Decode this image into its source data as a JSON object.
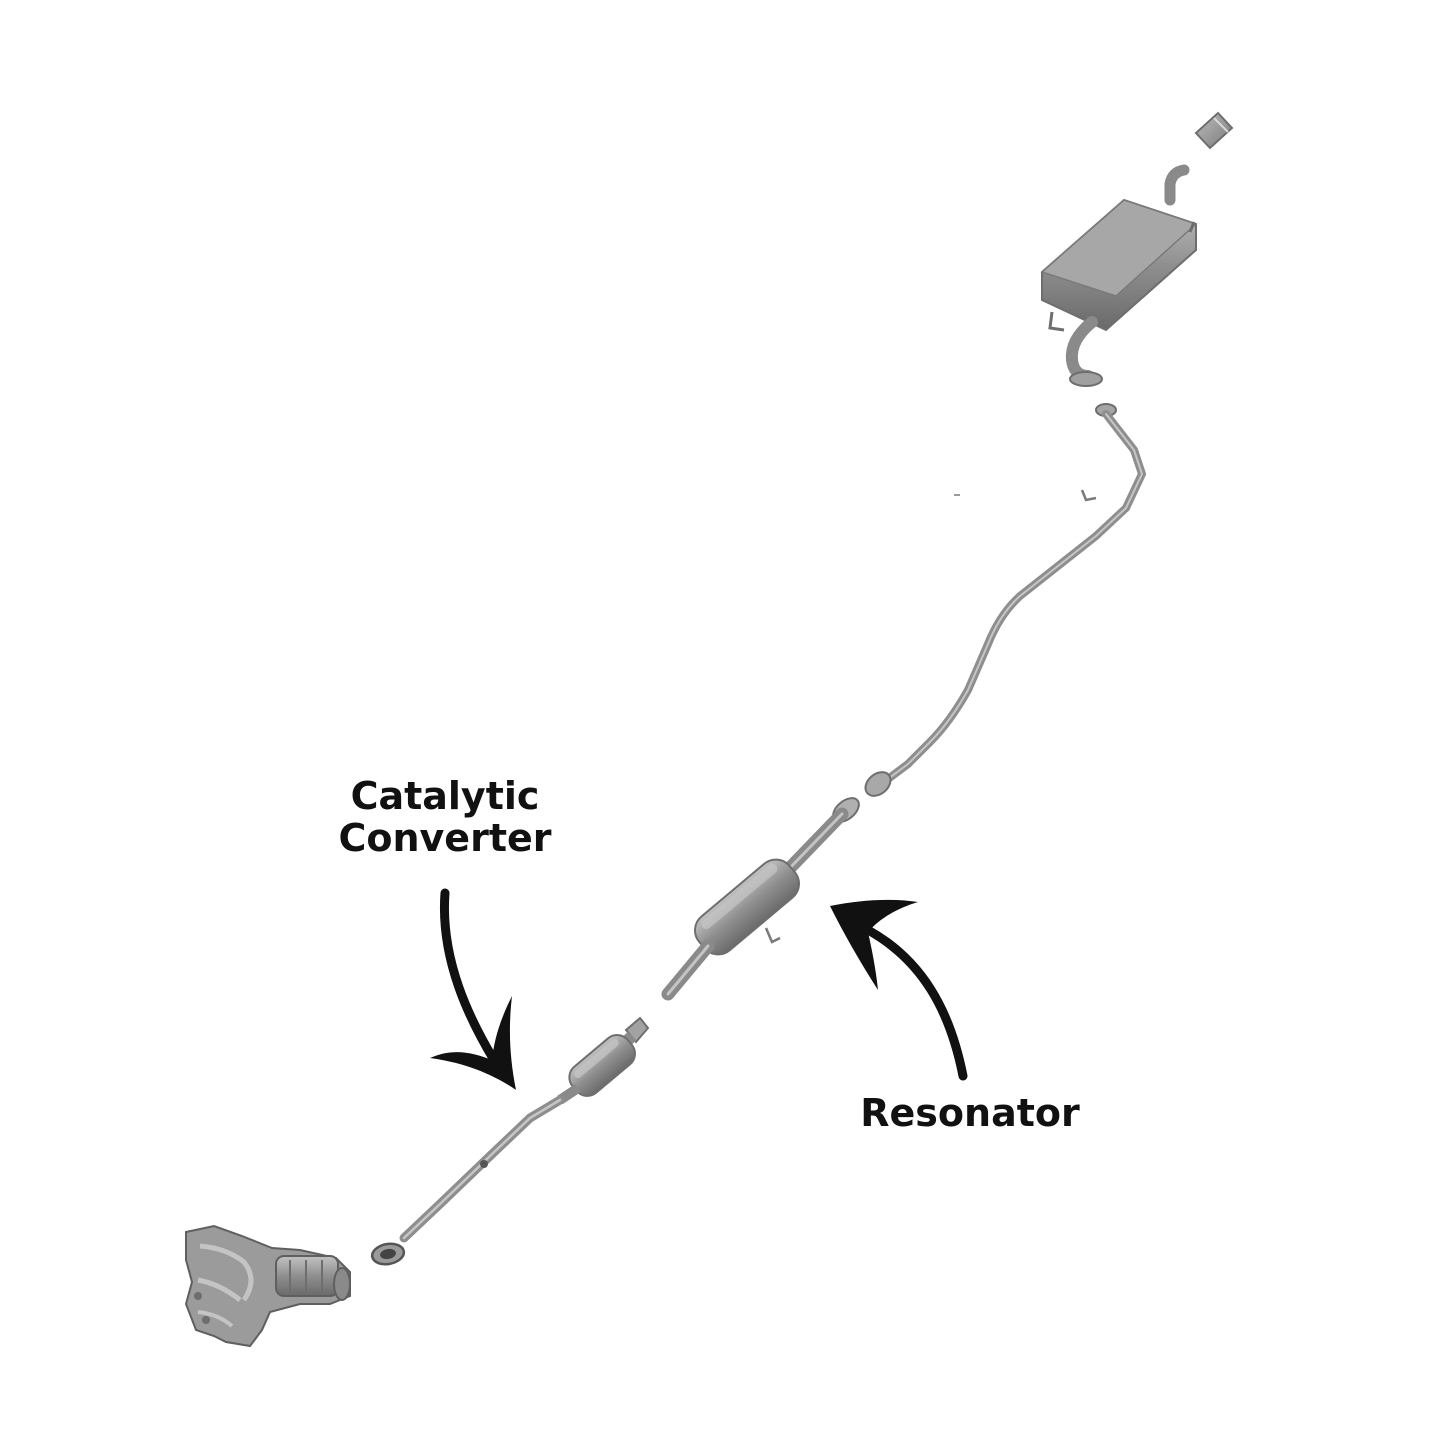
{
  "labels": {
    "catalytic_line1": "Catalytic",
    "catalytic_line2": "Converter",
    "resonator": "Resonator"
  },
  "colors": {
    "pipe": "#8a8a8a",
    "pipe_dark": "#6e6e6e",
    "pipe_light": "#b4b4b4",
    "arrow": "#111111",
    "text": "#111111",
    "background": "#ffffff"
  }
}
